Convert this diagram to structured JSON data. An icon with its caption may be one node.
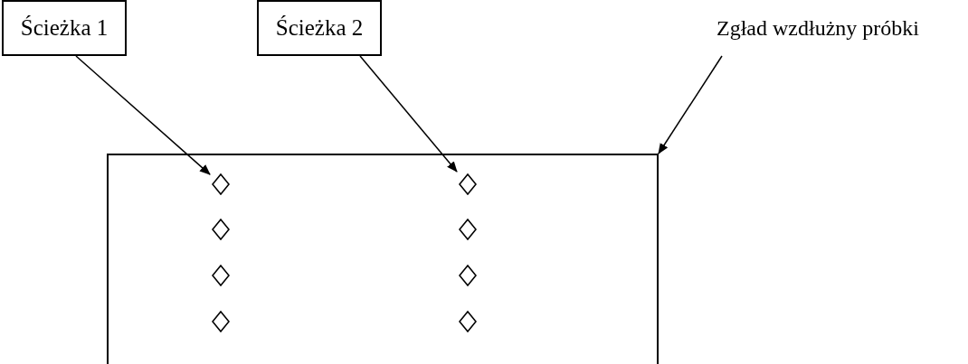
{
  "diagram": {
    "nodes": [
      {
        "text": [
          "Ścieżka 1"
        ]
      },
      {
        "text": [
          "Ścieżka 2"
        ]
      },
      {
        "text": [
          "Zgład wzdłużny próbki"
        ]
      },
      {
        "text": [],
        "shape": "box"
      },
      {
        "text": [],
        "shape": "diamond",
        "in": 3
      },
      {
        "text": [],
        "shape": "diamond",
        "in": 3
      },
      {
        "text": [],
        "shape": "diamond",
        "in": 3
      },
      {
        "text": [],
        "shape": "diamond",
        "in": 3
      },
      {
        "text": [],
        "shape": "diamond",
        "in": 3
      },
      {
        "text": [],
        "shape": "diamond",
        "in": 3
      },
      {
        "text": [],
        "shape": "diamond",
        "in": 3
      },
      {
        "text": [],
        "shape": "diamond",
        "in": 3
      }
    ],
    "edges": [
      {
        "from": 0,
        "to": 4,
        "arrow": "to"
      },
      {
        "from": 1,
        "to": 5,
        "arrow": "to"
      },
      {
        "from": 2,
        "to": 3,
        "arrow": "to"
      }
    ]
  }
}
